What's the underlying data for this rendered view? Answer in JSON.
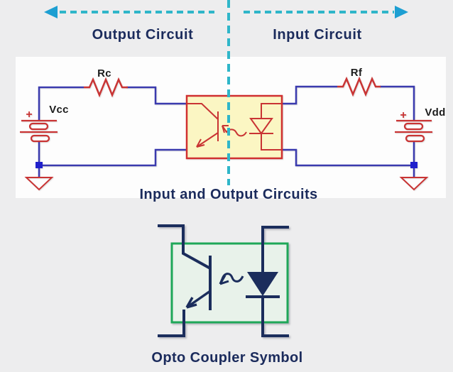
{
  "top_figure": {
    "output_region_label": "Output Circuit",
    "input_region_label": "Input Circuit",
    "caption": "Input and Output Circuits",
    "labels": {
      "collector_resistor": "Rc",
      "forward_resistor": "Rf",
      "output_supply": "Vcc",
      "input_supply": "Vdd",
      "vcc_plus": "+",
      "vdd_plus": "+"
    }
  },
  "bottom_figure": {
    "caption": "Opto Coupler Symbol"
  },
  "colors": {
    "page_background": "#ededee",
    "panel_white": "#fdfdfd",
    "navy_text": "#1b2b5c",
    "cyan_dashed": "#2fb6c9",
    "arrowhead_blue": "#1d9fd2",
    "wire_blue": "#3a3aae",
    "node_blue": "#2020cc",
    "component_red": "#c93434",
    "opto_box_fill": "#fbf6c3",
    "opto_box_border": "#d03030",
    "symbol_navy": "#1b2d5c",
    "green_box_border": "#1ea758",
    "green_box_fill": "#e8f2ea"
  }
}
